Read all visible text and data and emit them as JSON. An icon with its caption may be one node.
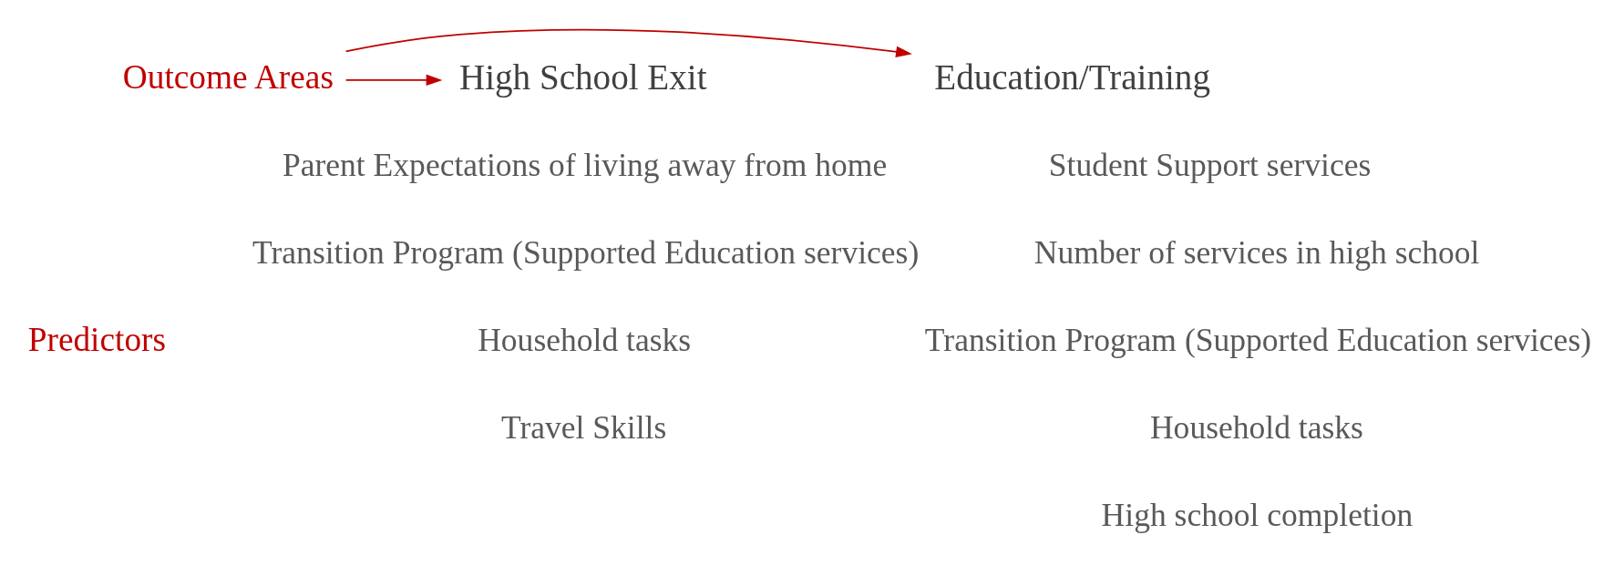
{
  "diagram": {
    "nodes": [
      {
        "text": [
          "Education/Training"
        ]
      },
      {
        "text": [
          "Outcome Areas"
        ]
      },
      {
        "text": [
          "High School Exit"
        ]
      },
      {
        "text": [
          "Predictors"
        ]
      }
    ],
    "edges": [
      {
        "from": 1,
        "to": 0,
        "arrow": "to"
      },
      {
        "from": 1,
        "to": 2,
        "arrow": "to"
      }
    ],
    "labels": [
      "Student Support services",
      "Number of services in high school",
      "Transition Program (Supported Education services)",
      "Household tasks",
      "High school completion",
      "Parent Expectations of living away from home",
      "Transition Program (Supported Education services)",
      "Household tasks",
      "Travel Skills"
    ]
  }
}
